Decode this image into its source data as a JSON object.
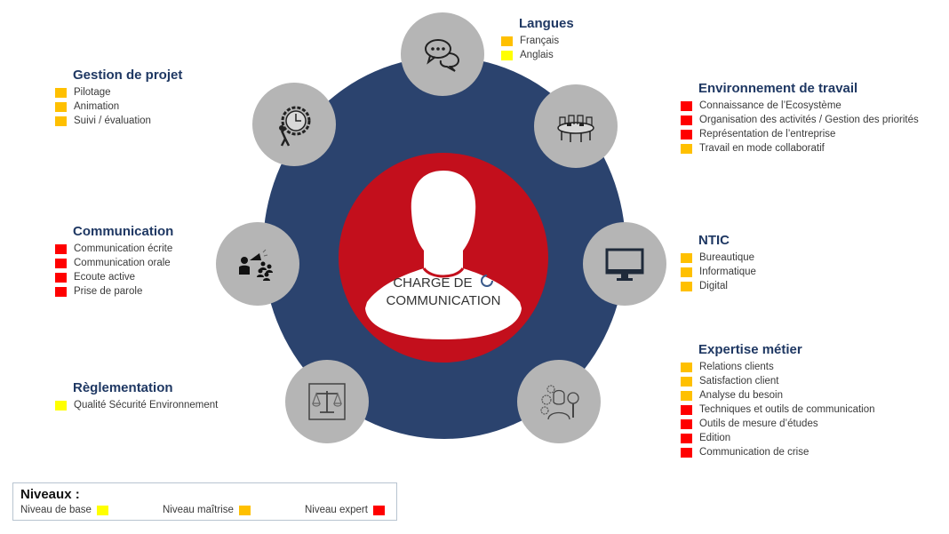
{
  "colors": {
    "ring": "#2b436e",
    "core": "#c30f1c",
    "node": "#b5b5b5",
    "title": "#1f3863",
    "level_base": "#ffff00",
    "level_maitrise": "#ffc000",
    "level_expert": "#ff0000"
  },
  "center": {
    "line1": "CHARGE DE",
    "line2": "COMMUNICATION",
    "icon": "person-silhouette-icon",
    "logo": "refresh-arrow-logo"
  },
  "nodes": [
    {
      "id": "langues",
      "icon": "speech-bubbles-icon"
    },
    {
      "id": "gestion-projet",
      "icon": "gear-clock-person-icon"
    },
    {
      "id": "environnement",
      "icon": "meeting-table-icon"
    },
    {
      "id": "communication",
      "icon": "megaphone-audience-icon"
    },
    {
      "id": "ntic",
      "icon": "monitor-icon"
    },
    {
      "id": "reglementation",
      "icon": "scales-icon"
    },
    {
      "id": "expertise",
      "icon": "woman-gears-magnifier-icon"
    }
  ],
  "groups": {
    "langues": {
      "title": "Langues",
      "items": [
        {
          "label": "Français",
          "level": "maitrise"
        },
        {
          "label": "Anglais",
          "level": "base"
        }
      ]
    },
    "gestion_projet": {
      "title": "Gestion de projet",
      "items": [
        {
          "label": "Pilotage",
          "level": "maitrise"
        },
        {
          "label": "Animation",
          "level": "maitrise"
        },
        {
          "label": "Suivi / évaluation",
          "level": "maitrise"
        }
      ]
    },
    "environnement": {
      "title": "Environnement de travail",
      "items": [
        {
          "label": "Connaissance de l’Ecosystème",
          "level": "expert"
        },
        {
          "label": "Organisation des activités / Gestion des priorités",
          "level": "expert"
        },
        {
          "label": "Représentation de l’entreprise",
          "level": "expert"
        },
        {
          "label": "Travail en mode collaboratif",
          "level": "maitrise"
        }
      ]
    },
    "communication": {
      "title": "Communication",
      "items": [
        {
          "label": "Communication écrite",
          "level": "expert"
        },
        {
          "label": "Communication orale",
          "level": "expert"
        },
        {
          "label": "Ecoute active",
          "level": "expert"
        },
        {
          "label": "Prise de parole",
          "level": "expert"
        }
      ]
    },
    "ntic": {
      "title": "NTIC",
      "items": [
        {
          "label": "Bureautique",
          "level": "maitrise"
        },
        {
          "label": "Informatique",
          "level": "maitrise"
        },
        {
          "label": "Digital",
          "level": "maitrise"
        }
      ]
    },
    "reglementation": {
      "title": "Règlementation",
      "items": [
        {
          "label": "Qualité Sécurité Environnement",
          "level": "base"
        }
      ]
    },
    "expertise": {
      "title": "Expertise métier",
      "items": [
        {
          "label": "Relations clients",
          "level": "maitrise"
        },
        {
          "label": "Satisfaction client",
          "level": "maitrise"
        },
        {
          "label": "Analyse du besoin",
          "level": "maitrise"
        },
        {
          "label": "Techniques et outils de communication",
          "level": "expert"
        },
        {
          "label": "Outils de mesure d’études",
          "level": "expert"
        },
        {
          "label": "Edition",
          "level": "expert"
        },
        {
          "label": "Communication de crise",
          "level": "expert"
        }
      ]
    }
  },
  "legend": {
    "title": "Niveaux :",
    "base": "Niveau de base",
    "maitrise": "Niveau maîtrise",
    "expert": "Niveau expert"
  }
}
